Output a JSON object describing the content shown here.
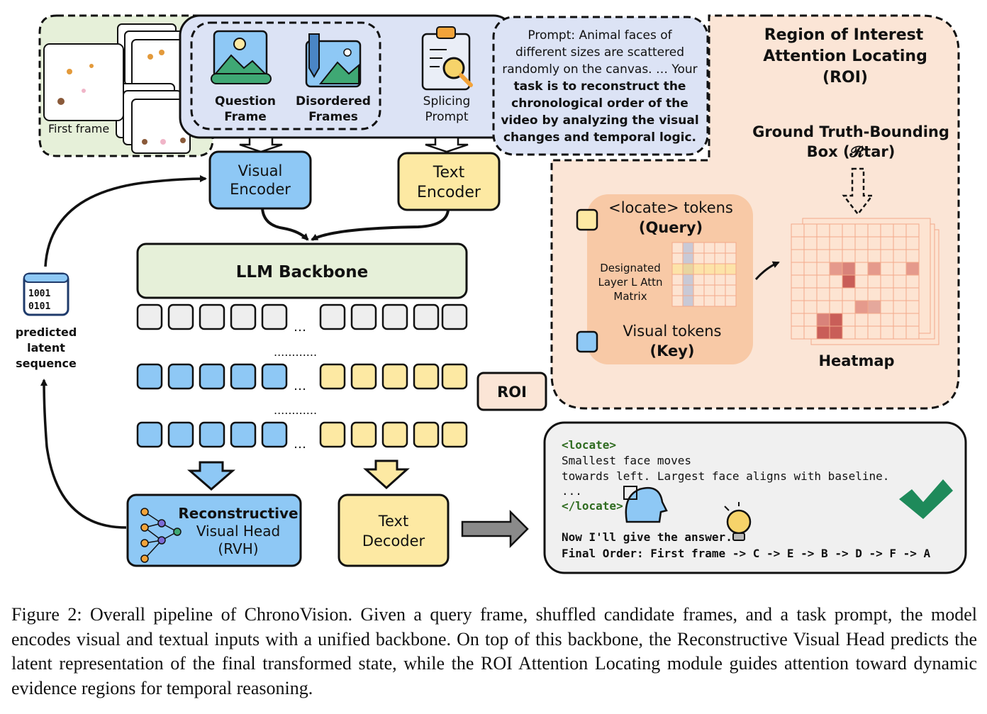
{
  "frames_panel": {
    "first_frame_label": "First frame"
  },
  "inputs": {
    "question_frame": [
      "Question",
      "Frame"
    ],
    "disordered_frames": [
      "Disordered",
      "Frames"
    ],
    "splicing_prompt": [
      "Splicing",
      "Prompt"
    ]
  },
  "prompt_bubble": {
    "lines": [
      "Prompt: Animal faces of",
      "different sizes are scattered",
      "randomly on the canvas. … Your",
      "task is to reconstruct the",
      "chronological order of the",
      "video by analyzing the visual",
      "changes and temporal logic."
    ]
  },
  "encoders": {
    "visual": [
      "Visual",
      "Encoder"
    ],
    "text": [
      "Text",
      "Encoder"
    ]
  },
  "llm": {
    "label": "LLM Backbone"
  },
  "latent": {
    "label": [
      "predicted",
      "latent",
      "sequence"
    ],
    "icon_text": [
      "1001",
      "0101"
    ]
  },
  "token_rows": {
    "ellipsis": "…",
    "dots": "............"
  },
  "roi_badge": "ROI",
  "rvh": {
    "label": [
      "Reconstructive",
      "Visual Head",
      "(RVH)"
    ]
  },
  "text_decoder": {
    "label": [
      "Text",
      "Decoder"
    ]
  },
  "roi_panel": {
    "title": [
      "Region of Interest",
      "Attention Locating",
      "(ROI)"
    ],
    "gt_label": [
      "Ground Truth-Bounding",
      "Box (𝓡tar)"
    ],
    "locate_tokens": [
      "<locate> tokens",
      "(Query)"
    ],
    "matrix_label": [
      "Designated",
      "Layer L Attn",
      "Matrix"
    ],
    "visual_tokens": [
      "Visual tokens",
      "(Key)"
    ],
    "heatmap_label": "Heatmap"
  },
  "output_box": {
    "open_tag": "<locate>",
    "lines": [
      "Smallest face moves",
      "towards left. Largest face aligns with baseline.",
      "..."
    ],
    "close_tag": "</locate>",
    "answer_intro": "Now I'll give the answer.",
    "final_order": "Final Order: First frame -> C -> E -> B -> D -> F -> A"
  },
  "colors": {
    "green_fill": "#e6f0d9",
    "blue_fill": "#dce3f5",
    "peach_fill": "#fbe5d6",
    "visual_blue": "#8ec8f5",
    "text_yellow": "#fde9a3",
    "gray_fill": "#f0f0f0",
    "check_green": "#1e8a5a"
  },
  "caption": "Figure 2: Overall pipeline of ChronoVision. Given a query frame, shuffled candidate frames, and a task prompt, the model encodes visual and textual inputs with a unified backbone. On top of this backbone, the Reconstructive Visual Head predicts the latent representation of the final transformed state, while the ROI Attention Locating module guides attention toward dynamic evidence regions for temporal reasoning."
}
